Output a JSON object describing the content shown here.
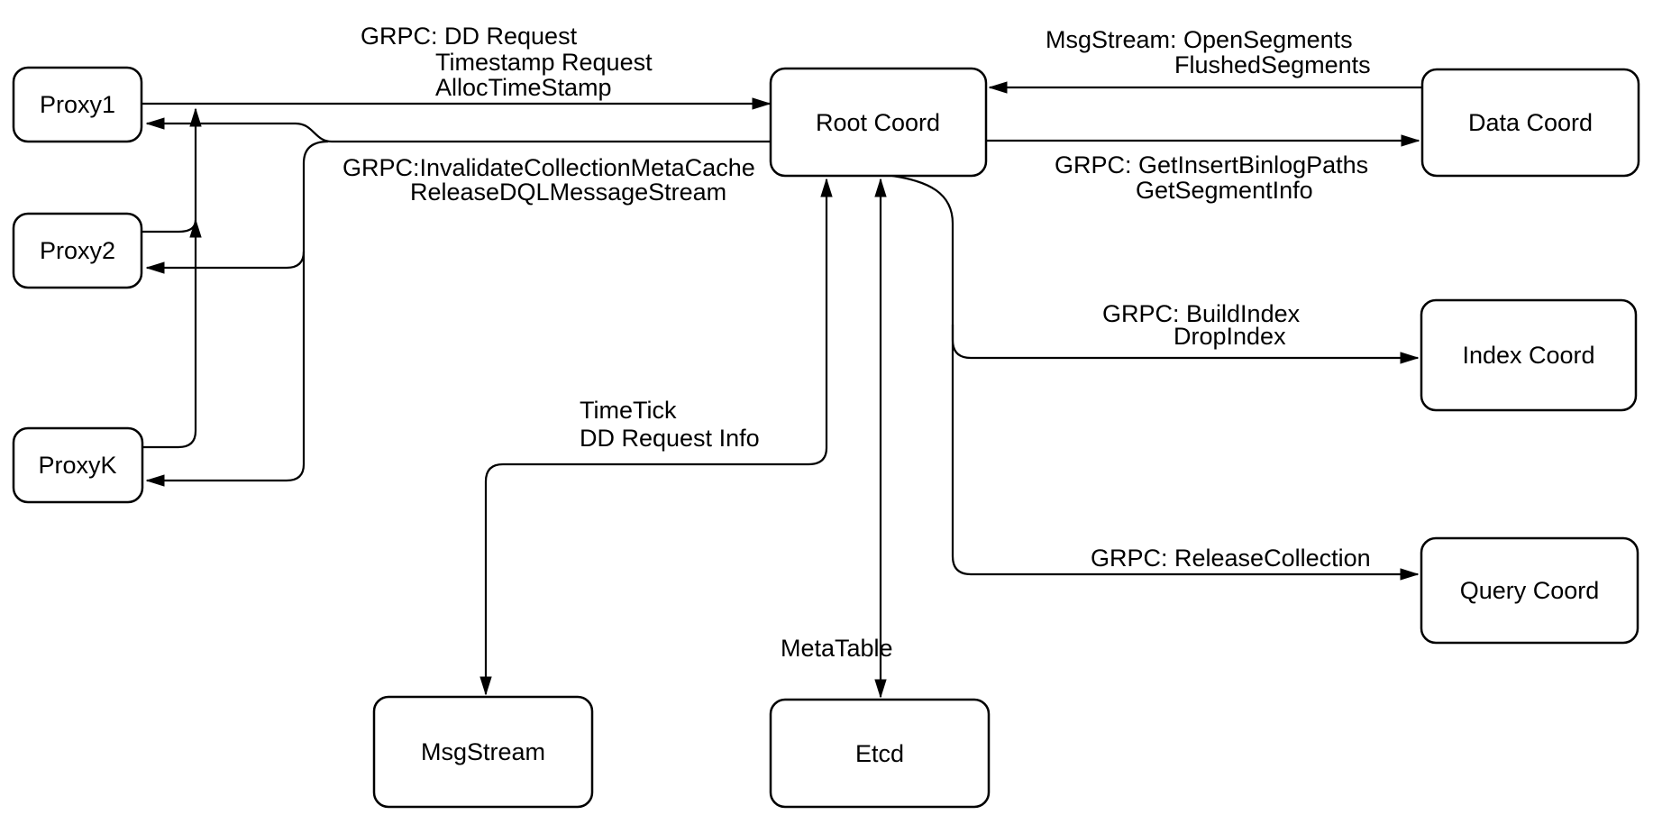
{
  "diagram": {
    "background_color": "#ffffff",
    "stroke_color": "#000000",
    "nodes": {
      "proxy1": {
        "label": "Proxy1"
      },
      "proxy2": {
        "label": "Proxy2"
      },
      "proxyk": {
        "label": "ProxyK"
      },
      "root_coord": {
        "label": "Root Coord"
      },
      "data_coord": {
        "label": "Data Coord"
      },
      "index_coord": {
        "label": "Index Coord"
      },
      "query_coord": {
        "label": "Query Coord"
      },
      "msg_stream": {
        "label": "MsgStream"
      },
      "etcd": {
        "label": "Etcd"
      }
    },
    "edges": {
      "proxies_to_root": {
        "from": "Proxy1, Proxy2, ProxyK",
        "to": "Root Coord",
        "direction": "one-way",
        "label_lines": [
          "GRPC: DD Request",
          "Timestamp Request",
          "AllocTimeStamp"
        ]
      },
      "root_to_proxies": {
        "from": "Root Coord",
        "to": "Proxy1, Proxy2, ProxyK",
        "direction": "one-way",
        "label_lines": [
          "GRPC:InvalidateCollectionMetaCache",
          "ReleaseDQLMessageStream"
        ]
      },
      "data_to_root": {
        "from": "Data Coord",
        "to": "Root Coord",
        "direction": "one-way",
        "label_lines": [
          "MsgStream: OpenSegments",
          "FlushedSegments"
        ]
      },
      "root_to_data": {
        "from": "Root Coord",
        "to": "Data Coord",
        "direction": "one-way",
        "label_lines": [
          "GRPC: GetInsertBinlogPaths",
          "GetSegmentInfo"
        ]
      },
      "root_to_index": {
        "from": "Root Coord",
        "to": "Index Coord",
        "direction": "one-way",
        "label_lines": [
          "GRPC: BuildIndex",
          "DropIndex"
        ]
      },
      "root_to_query": {
        "from": "Root Coord",
        "to": "Query Coord",
        "direction": "one-way",
        "label_lines": [
          "GRPC: ReleaseCollection"
        ]
      },
      "root_to_msgstream": {
        "from": "Root Coord",
        "to": "MsgStream",
        "direction": "two-way",
        "label_lines": [
          "TimeTick",
          "DD Request Info"
        ]
      },
      "root_to_etcd": {
        "from": "Root Coord",
        "to": "Etcd",
        "direction": "two-way",
        "label_lines": [
          "MetaTable"
        ]
      }
    }
  }
}
